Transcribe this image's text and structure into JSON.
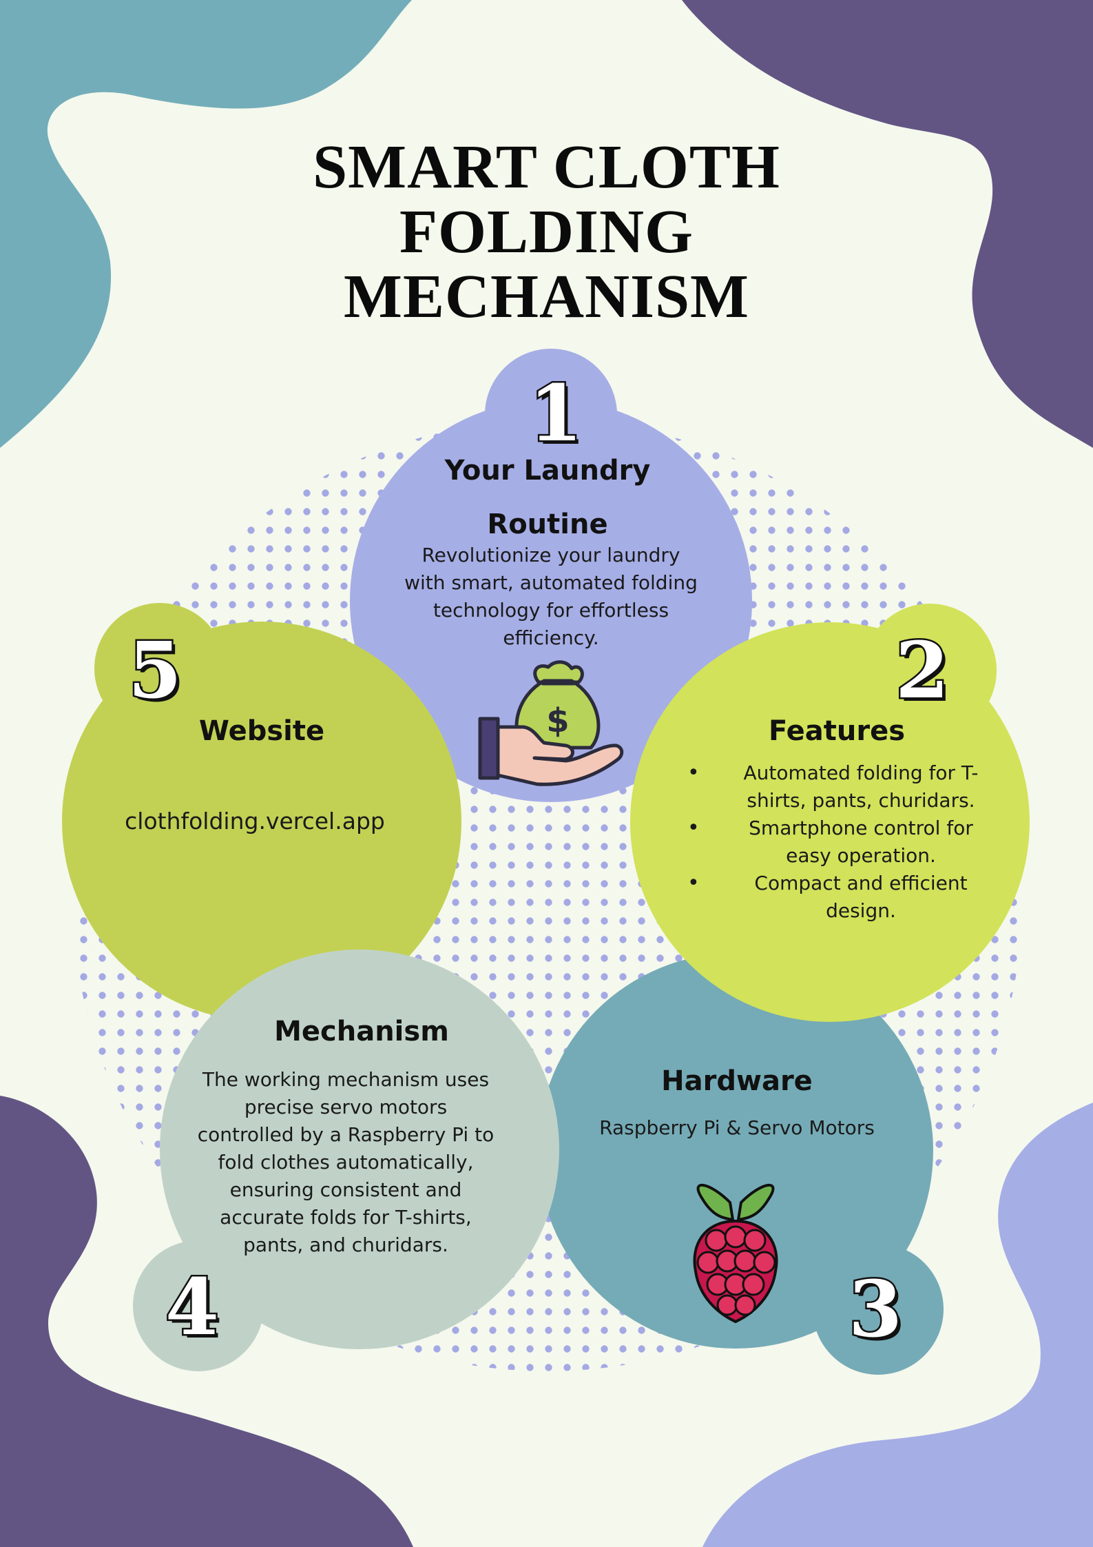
{
  "title": {
    "line1": "SMART CLOTH",
    "line2": "FOLDING",
    "line3": "MECHANISM"
  },
  "sections": {
    "routine": {
      "number": "1",
      "heading_line1": "Your Laundry",
      "heading_line2": "Routine",
      "text_lines": [
        "Revolutionize your laundry",
        "with smart, automated folding",
        "technology for effortless",
        "efficiency."
      ],
      "icon": "money-bag-hand-icon",
      "color": "#a6aee6"
    },
    "features": {
      "number": "2",
      "heading": "Features",
      "bullets": [
        [
          "Automated folding for T-",
          "shirts, pants, churidars."
        ],
        [
          "Smartphone control for",
          "easy operation."
        ],
        [
          "Compact and efficient",
          "design."
        ]
      ],
      "color": "#d2e25a"
    },
    "hardware": {
      "number": "3",
      "heading": "Hardware",
      "text": "Raspberry Pi & Servo Motors",
      "icon": "raspberry-pi-icon",
      "color": "#75abb7"
    },
    "mechanism": {
      "number": "4",
      "heading": "Mechanism",
      "text_lines": [
        "The working mechanism uses",
        "precise servo motors",
        "controlled by a Raspberry Pi to",
        "fold clothes automatically,",
        "ensuring consistent and",
        "accurate folds for T-shirts,",
        "pants, and churidars."
      ],
      "color": "#c0d2c8"
    },
    "website": {
      "number": "5",
      "heading": "Website",
      "url": "clothfolding.vercel.app",
      "color": "#c2d154"
    }
  },
  "colors": {
    "background": "#f5f8ed",
    "teal_blob": "#73adb9",
    "purple_blob": "#625584",
    "lavender_blob": "#a6aee6",
    "dot_pattern": "#a4a9e4"
  }
}
